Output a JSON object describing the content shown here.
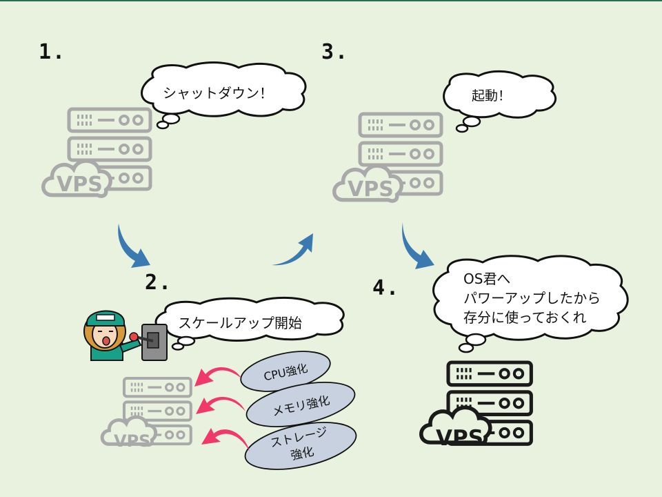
{
  "steps": {
    "s1": "1.",
    "s2": "2.",
    "s3": "3.",
    "s4": "4."
  },
  "bubbles": {
    "shutdown": "シャットダウン！",
    "scaleup": "スケールアップ開始",
    "boot": "起動！",
    "os_line1": "OS君へ",
    "os_line2": "パワーアップしたから",
    "os_line3": "存分に使っておくれ"
  },
  "server_label": "VPS",
  "upgrades": {
    "cpu": "CPU強化",
    "memory": "メモリ強化",
    "storage_line1": "ストレージ",
    "storage_line2": "強化"
  },
  "icons": [
    "server-stack-icon",
    "cloud-icon",
    "arrow-icon",
    "worker-icon",
    "lever-icon"
  ],
  "colors": {
    "background": "#e9f1df",
    "server_gray": "#a9a9a9",
    "server_black": "#1a1a1a",
    "flow_arrow": "#3a7ab1",
    "upgrade_arrow": "#f0386b",
    "upgrade_oval": "#c7d1df"
  }
}
